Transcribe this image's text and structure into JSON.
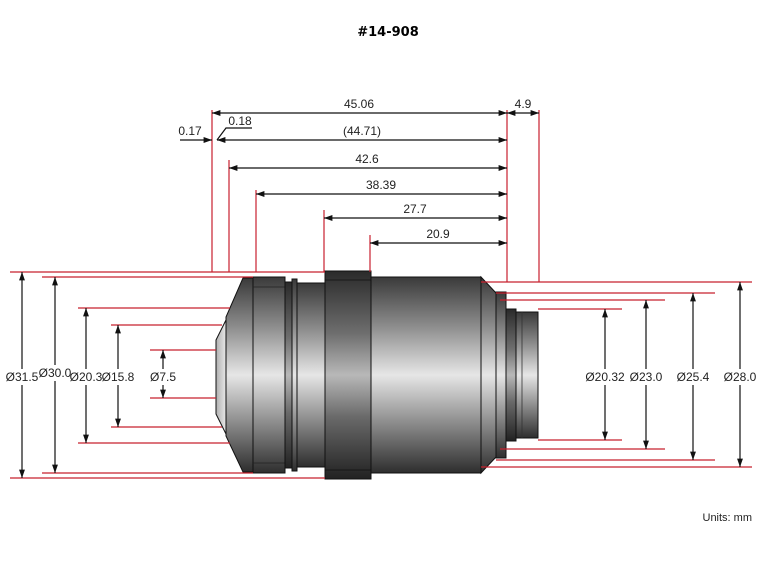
{
  "title": "#14-908",
  "units": "Units: mm",
  "colors": {
    "extension_line": "#c8202e",
    "dimension_line": "#111111"
  },
  "top_dims": {
    "d1": "45.06",
    "d2": "4.9",
    "d3": "0.17",
    "d4": "0.18",
    "d5": "(44.71)",
    "d6": "42.6",
    "d7": "38.39",
    "d8": "27.7",
    "d9": "20.9"
  },
  "left_dims": {
    "d1": "Ø31.5",
    "d2": "Ø30.0",
    "d3": "Ø20.3",
    "d4": "Ø15.8",
    "d5": "Ø7.5"
  },
  "right_dims": {
    "d1": "Ø20.32",
    "d2": "Ø23.0",
    "d3": "Ø25.4",
    "d4": "Ø28.0"
  }
}
